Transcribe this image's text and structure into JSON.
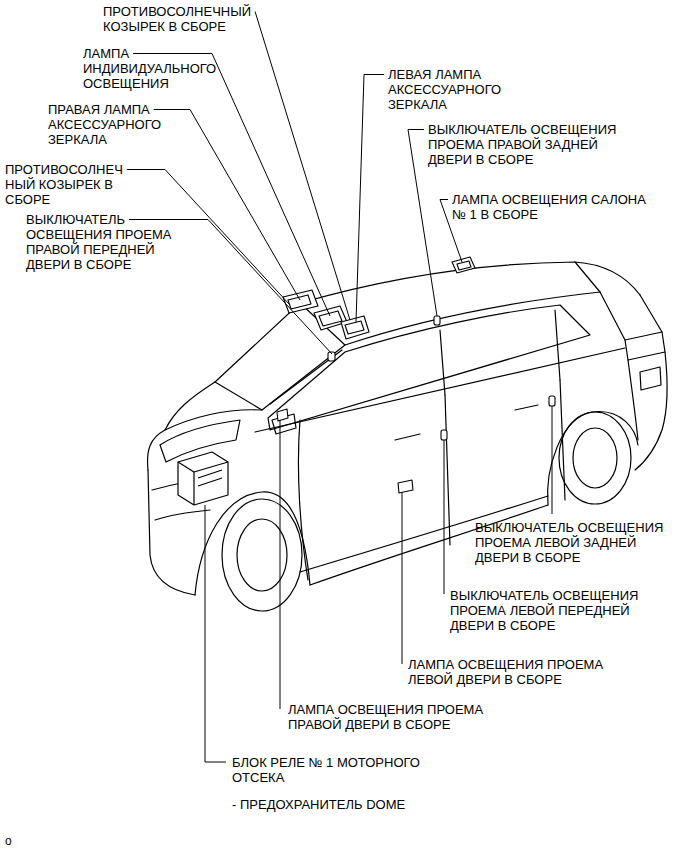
{
  "diagram": {
    "labels": [
      "ПРОТИВОСОЛНЕЧНЫЙ КОЗЫРЕК В СБОРЕ",
      "ЛАМПА ИНДИВИДУАЛЬНОГО ОСВЕЩЕНИЯ",
      "ПРАВАЯ ЛАМПА АКСЕССУАРНОГО ЗЕРКАЛА",
      "ПРОТИВОСОЛНЕЧ НЫЙ КОЗЫРЕК В СБОРЕ",
      "ВЫКЛЮЧАТЕЛЬ ОСВЕЩЕНИЯ ПРОЕМА ПРАВОЙ ПЕРЕДНЕЙ ДВЕРИ В СБОРЕ",
      "ЛЕВАЯ ЛАМПА АКСЕССУАРНОГО ЗЕРКАЛА",
      "ВЫКЛЮЧАТЕЛЬ ОСВЕЩЕНИЯ ПРОЕМА ПРАВОЙ ЗАДНЕЙ ДВЕРИ В СБОРЕ",
      "ЛАМПА ОСВЕЩЕНИЯ САЛОНА № 1 В СБОРЕ",
      "ВЫКЛЮЧАТЕЛЬ ОСВЕЩЕНИЯ ПРОЕМА ЛЕВОЙ ЗАДНЕЙ ДВЕРИ В СБОРЕ",
      "ВЫКЛЮЧАТЕЛЬ ОСВЕЩЕНИЯ ПРОЕМА ЛЕВОЙ ПЕРЕДНЕЙ ДВЕРИ В СБОРЕ",
      "ЛАМПА ОСВЕЩЕНИЯ ПРОЕМА ЛЕВОЙ ДВЕРИ В СБОРЕ",
      "ЛАМПА ОСВЕЩЕНИЯ ПРОЕМА ПРАВОЙ ДВЕРИ В СБОРЕ",
      "БЛОК РЕЛЕ № 1 МОТОРНОГО ОТСЕКА",
      "- ПРЕДОХРАНИТЕЛЬ DOME",
      "o"
    ]
  }
}
